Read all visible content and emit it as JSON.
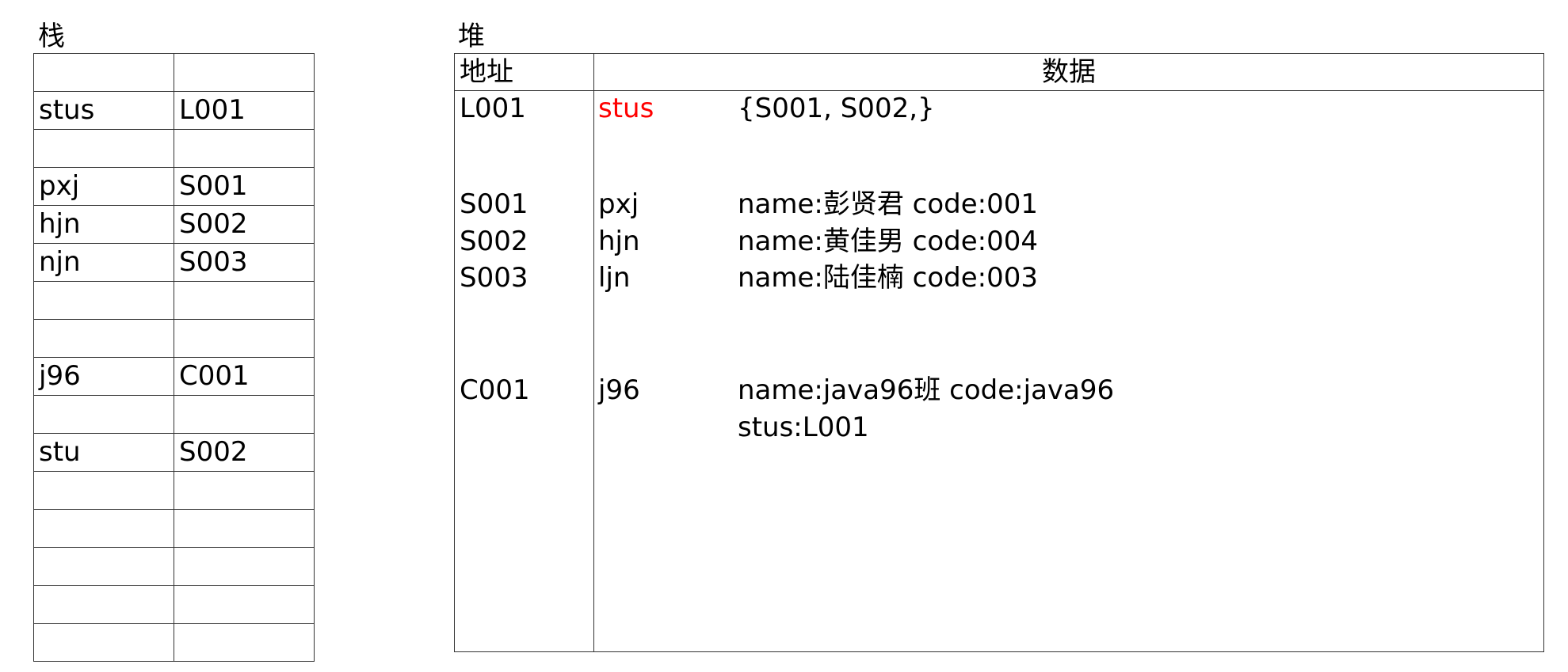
{
  "stack": {
    "title": "栈",
    "rows": [
      {
        "name": "",
        "ref": ""
      },
      {
        "name": "stus",
        "ref": "L001"
      },
      {
        "name": "",
        "ref": ""
      },
      {
        "name": "pxj",
        "ref": "S001"
      },
      {
        "name": "hjn",
        "ref": "S002"
      },
      {
        "name": "njn",
        "ref": "S003"
      },
      {
        "name": "",
        "ref": ""
      },
      {
        "name": "",
        "ref": ""
      },
      {
        "name": "j96",
        "ref": "C001"
      },
      {
        "name": "",
        "ref": ""
      },
      {
        "name": "stu",
        "ref": "S002"
      },
      {
        "name": "",
        "ref": ""
      },
      {
        "name": "",
        "ref": ""
      },
      {
        "name": "",
        "ref": ""
      },
      {
        "name": "",
        "ref": ""
      },
      {
        "name": "",
        "ref": ""
      }
    ]
  },
  "heap": {
    "title": "堆",
    "header": {
      "address": "地址",
      "data": "数据"
    },
    "entries": [
      {
        "address": "L001",
        "variable": "stus",
        "value": "{S001, S002,}"
      },
      {
        "address": "S001",
        "variable": "pxj",
        "value": "name:彭贤君 code:001"
      },
      {
        "address": "S002",
        "variable": "hjn",
        "value": "name:黄佳男 code:004"
      },
      {
        "address": "S003",
        "variable": "ljn",
        "value": "name:陆佳楠 code:003"
      },
      {
        "address": "C001",
        "variable": "j96",
        "value": "name:java96班 code:java96"
      },
      {
        "address": "",
        "variable": "",
        "value": "stus:L001"
      }
    ]
  },
  "colors": {
    "highlight": "#ff0000",
    "border": "#333333"
  }
}
